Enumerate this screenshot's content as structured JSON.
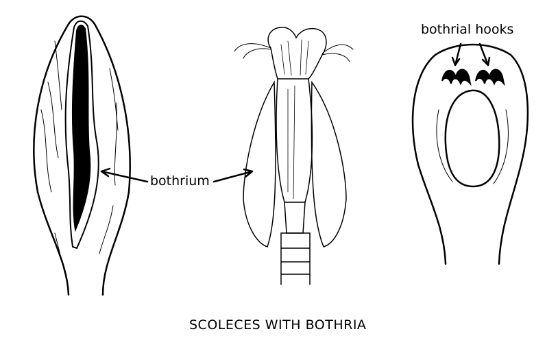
{
  "labels": {
    "bothrium": "bothrium",
    "bothrial_hooks": "bothrial hooks"
  },
  "caption": "SCOLECES WITH BOTHRIA"
}
